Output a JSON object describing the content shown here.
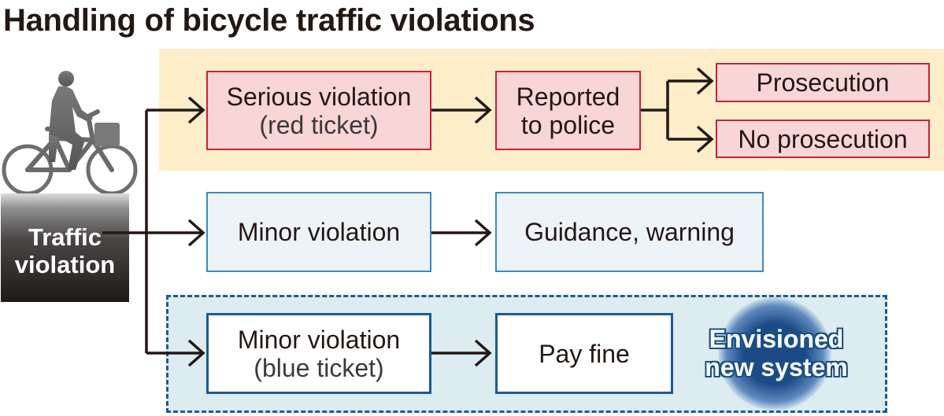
{
  "title": "Handling of bicycle traffic violations",
  "source": {
    "line1": "Traffic",
    "line2": "violation"
  },
  "serious": {
    "line1": "Serious violation",
    "line2": "(red ticket)"
  },
  "reported": {
    "line1": "Reported",
    "line2": "to police"
  },
  "prosecution": "Prosecution",
  "no_prosecution": "No prosecution",
  "minor": "Minor violation",
  "guidance": "Guidance, warning",
  "minor_blue": {
    "line1": "Minor violation",
    "line2": "(blue ticket)"
  },
  "pay_fine": "Pay fine",
  "badge": {
    "line1": "Envisioned",
    "line2": "new system"
  },
  "icons": [
    "cyclist-icon",
    "arrow-icon"
  ],
  "colors": {
    "red_zone": "#fdeec9",
    "red_box_fill": "#f9d6d6",
    "red_box_border": "#c8213a",
    "light_blue_fill": "#eef3f8",
    "light_blue_border": "#3a8ac4",
    "blue_zone": "#dcecf1",
    "dark_blue": "#1d5a93",
    "text": "#231815"
  }
}
